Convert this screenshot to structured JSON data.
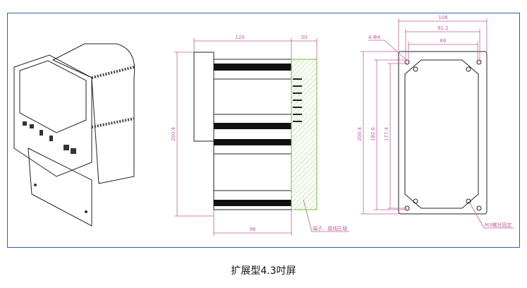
{
  "caption": "扩展型4.3吋屏",
  "side_view": {
    "dim_depth": "120",
    "dim_terminal": "30",
    "dim_height": "200.4",
    "dim_body": "96",
    "terminal_note": "端子、接线区域"
  },
  "back_view": {
    "dim_width_outer": "108",
    "dim_width_mid": "91.2",
    "dim_width_inner": "86",
    "hole_note": "4-Φ4",
    "dim_height_outer": "200.4",
    "dim_height_mid": "182.6",
    "dim_height_inner": "177.4",
    "screw_note": "M3螺丝固定"
  },
  "colors": {
    "frame": "#2f5fb0",
    "dimension": "#c0609a",
    "terminal_area": "#8fcf5a"
  }
}
